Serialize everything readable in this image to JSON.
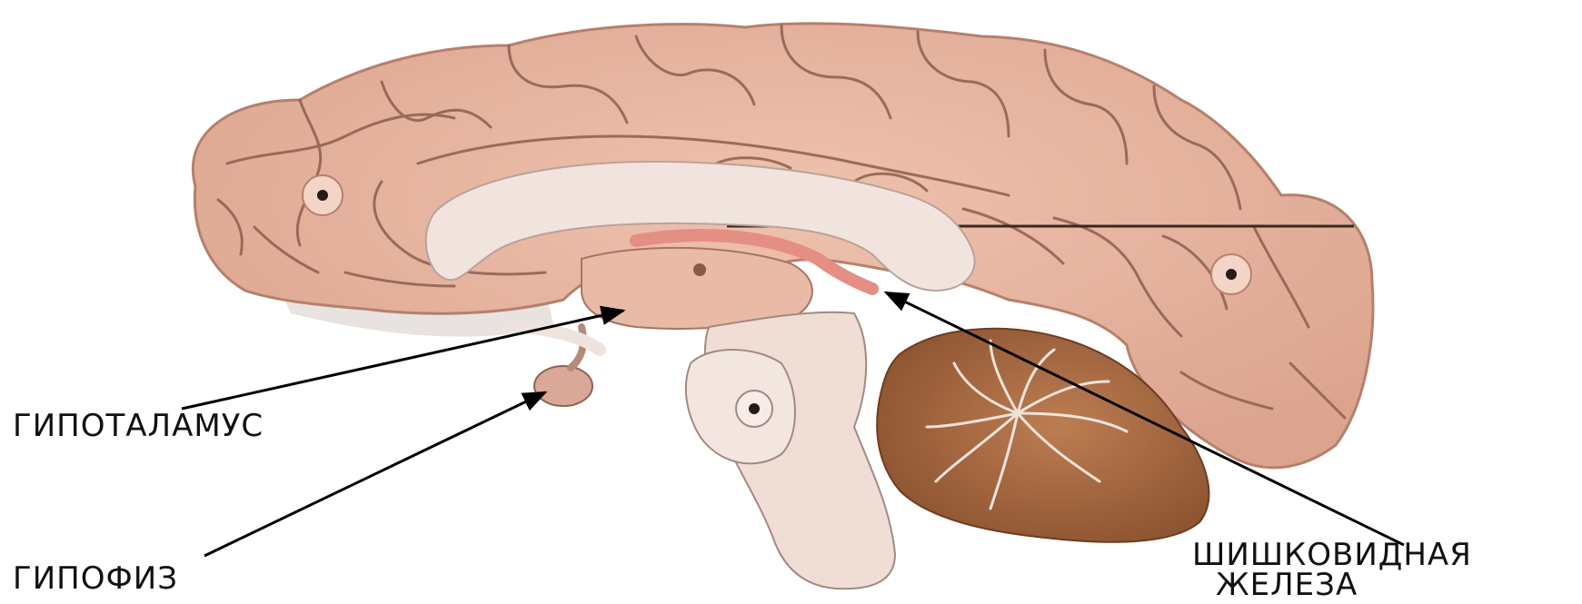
{
  "labels": {
    "hypothalamus": "ГИПОТАЛАМУС",
    "pituitary": "ГИПОФИЗ",
    "pineal_line1": "ШИШКОВИДНАЯ",
    "pineal_line2": "ЖЕЛЕЗА"
  },
  "colors": {
    "cortex": "#e8b5a0",
    "cortex_dark": "#c98f7a",
    "white_matter": "#f1e4de",
    "cerebellum": "#a8683f",
    "arrow": "#000000"
  }
}
